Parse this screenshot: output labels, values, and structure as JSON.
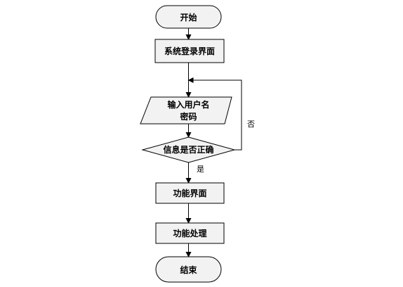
{
  "flowchart": {
    "start": "开始",
    "login": "系统登录界面",
    "input_line1": "输入用户名",
    "input_line2": "密码",
    "decision": "信息是否正确",
    "yes_label": "是",
    "no_label": "否",
    "function_ui": "功能界面",
    "function_process": "功能处理",
    "end": "结束"
  }
}
